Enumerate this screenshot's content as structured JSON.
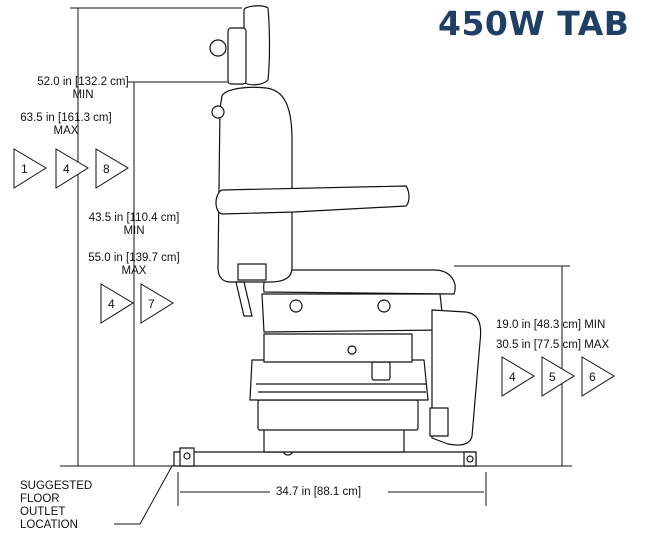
{
  "title": "450W TAB",
  "dimensions": {
    "total_height": {
      "min_value": "52.0 in  [132.2 cm]",
      "min_tag": "MIN",
      "max_value": "63.5 in  [161.3 cm]",
      "max_tag": "MAX",
      "notes": [
        "1",
        "4",
        "8"
      ]
    },
    "backrest_height": {
      "min_value": "43.5 in  [110.4 cm]",
      "min_tag": "MIN",
      "max_value": "55.0 in  [139.7 cm]",
      "max_tag": "MAX",
      "notes": [
        "4",
        "7"
      ]
    },
    "seat_height": {
      "min_text": "19.0 in  [48.3 cm] MIN",
      "max_text": "30.5 in  [77.5 cm] MAX",
      "notes": [
        "4",
        "5",
        "6"
      ]
    },
    "base_width": {
      "value": "34.7 in  [88.1 cm]"
    }
  },
  "floor_outlet": {
    "lines": [
      "SUGGESTED",
      "FLOOR",
      "OUTLET",
      "LOCATION"
    ]
  }
}
